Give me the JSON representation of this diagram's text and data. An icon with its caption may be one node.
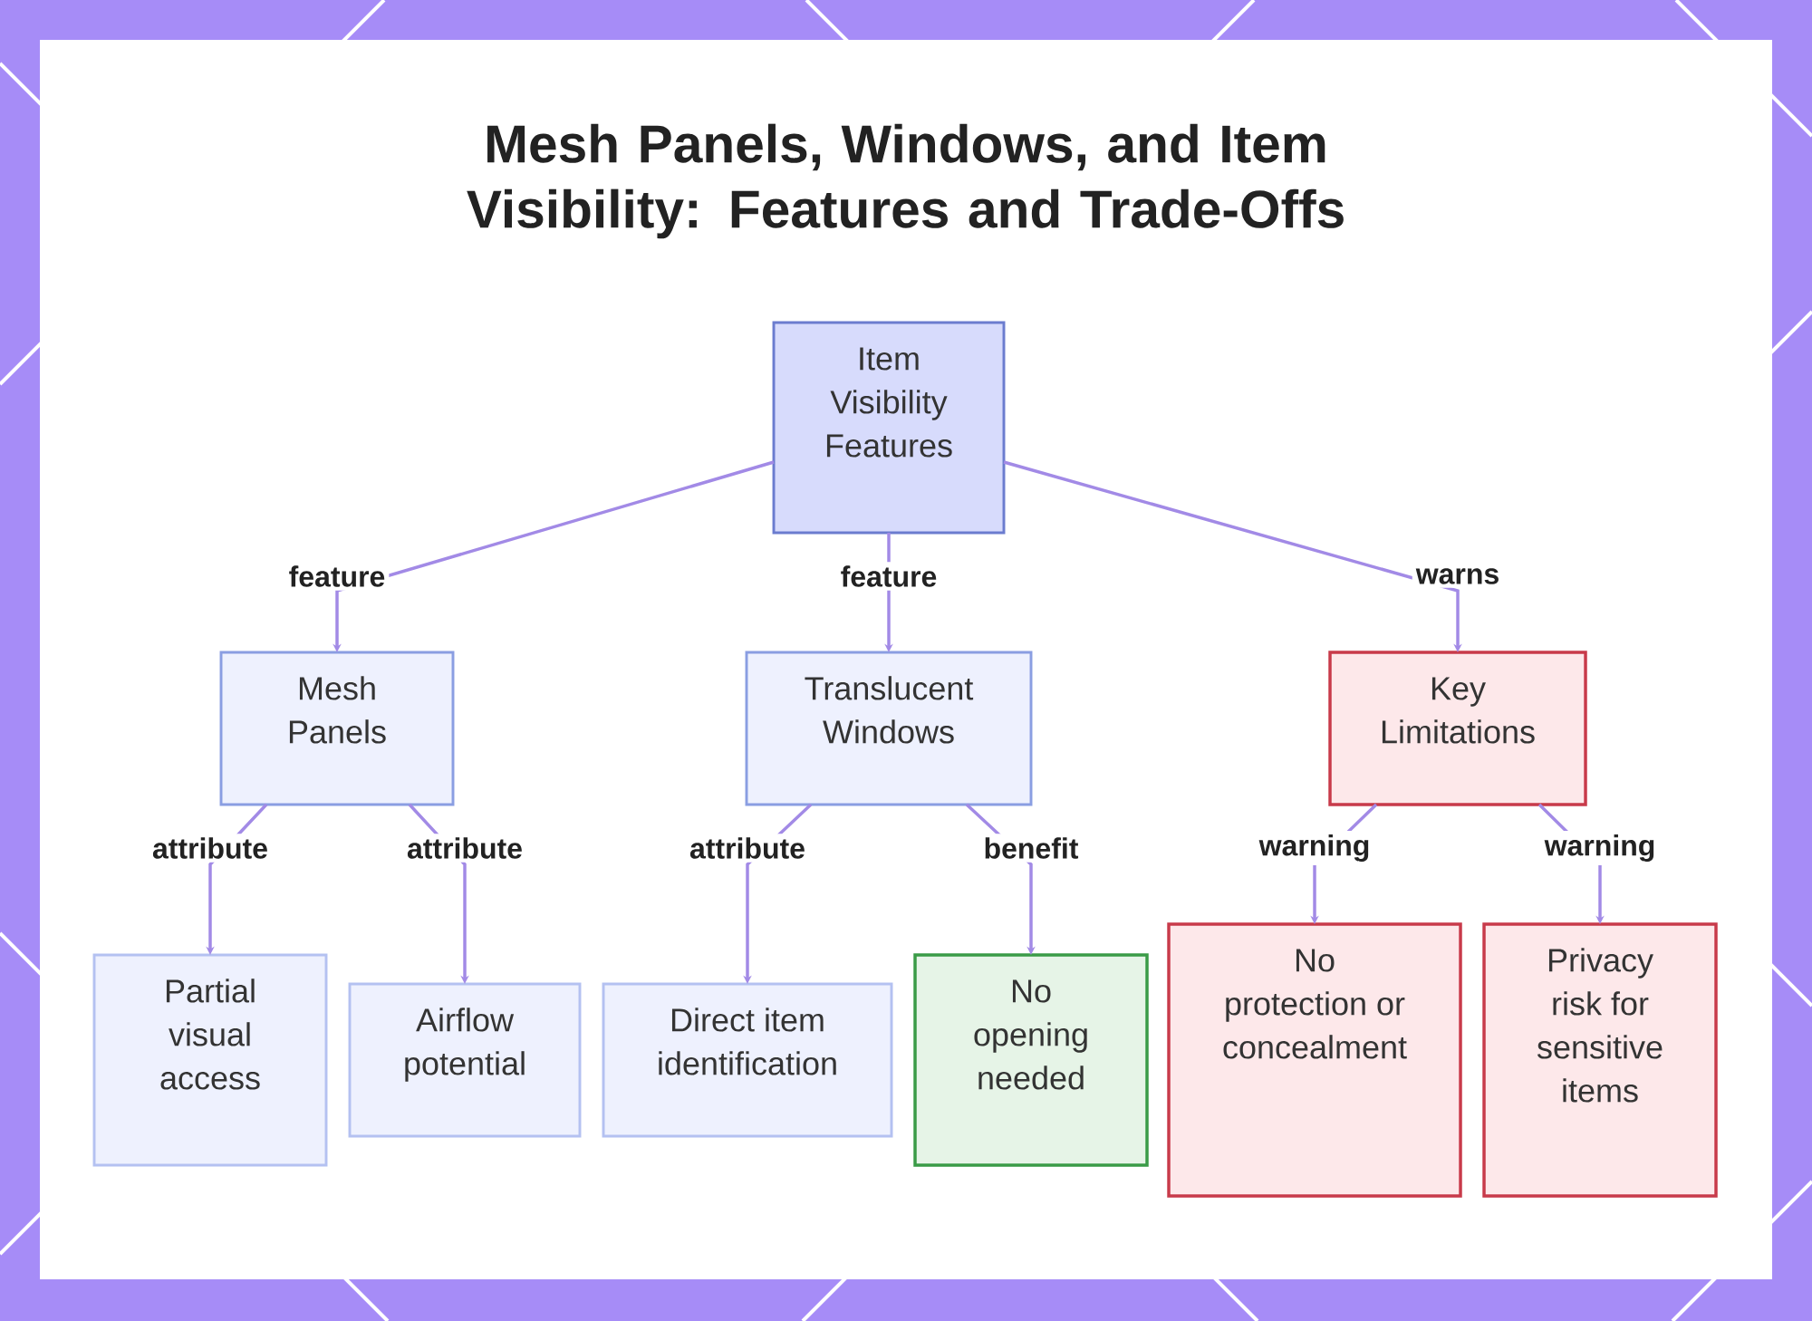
{
  "diagram": {
    "title": "Mesh Panels, Windows, and Item Visibility: Features and Trade-Offs",
    "nodes": [
      {
        "text": [
          "Item Visibility Features"
        ]
      },
      {
        "text": [
          "Mesh Panels"
        ]
      },
      {
        "text": [
          "Translucent Windows"
        ]
      },
      {
        "text": [
          "Key Limitations"
        ]
      },
      {
        "text": [
          "Partial visual access"
        ]
      },
      {
        "text": [
          "Airflow potential"
        ]
      },
      {
        "text": [
          "Direct item identification"
        ]
      },
      {
        "text": [
          "No opening needed"
        ]
      },
      {
        "text": [
          "No protection or concealment"
        ]
      },
      {
        "text": [
          "Privacy risk for sensitive items"
        ]
      }
    ],
    "edges": [
      {
        "from": 0,
        "to": 1,
        "arrow": "to",
        "label": "feature"
      },
      {
        "from": 0,
        "to": 2,
        "arrow": "to",
        "label": "feature"
      },
      {
        "from": 0,
        "to": 3,
        "arrow": "to",
        "label": "warns"
      },
      {
        "from": 1,
        "to": 4,
        "arrow": "to",
        "label": "attribute"
      },
      {
        "from": 1,
        "to": 5,
        "arrow": "to",
        "label": "attribute"
      },
      {
        "from": 2,
        "to": 6,
        "arrow": "to",
        "label": "attribute"
      },
      {
        "from": 2,
        "to": 7,
        "arrow": "to",
        "label": "benefit"
      },
      {
        "from": 3,
        "to": 8,
        "arrow": "to",
        "label": "warning"
      },
      {
        "from": 3,
        "to": 9,
        "arrow": "to",
        "label": "warning"
      }
    ]
  }
}
